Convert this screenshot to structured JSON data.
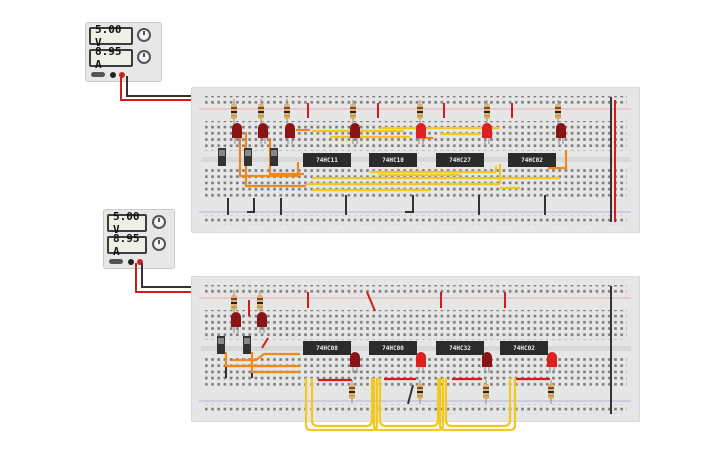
{
  "psu_top": {
    "voltage": "5.00 V",
    "current": "8.95 A"
  },
  "psu_bottom": {
    "voltage": "5.00 V",
    "current": "8.95 A"
  },
  "board_top": {
    "chips": [
      "74HC11",
      "74HC10",
      "74HC27",
      "74HC02"
    ]
  },
  "board_bottom": {
    "chips": [
      "74HC08",
      "74HC00",
      "74HC32",
      "74HC02"
    ]
  },
  "colors": {
    "wire_red": "#d41a1a",
    "wire_black": "#333333",
    "wire_yellow": "#f2c81e",
    "wire_orange": "#ee8a1c",
    "board": "#e6e6e6",
    "chip": "#2b2b2b",
    "led": "#b81a1a"
  }
}
